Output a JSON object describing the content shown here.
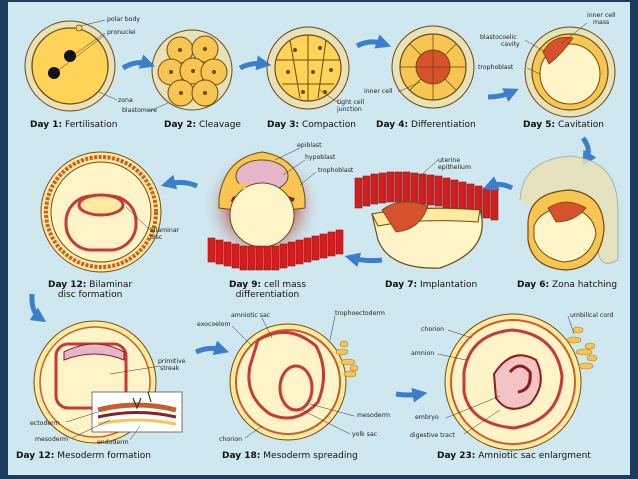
{
  "colors": {
    "panel": "#cfe8ef",
    "cell_fill": "#ffeaa0",
    "cell_outline": "#6e4a10",
    "blastomere": "#f6c552",
    "inner_mass": "#d6512c",
    "epithelium": "#d51d1d",
    "zona": "#e9e1b7",
    "arrow": "#3b7fcb",
    "epiblast": "#e7b5c9"
  },
  "stages": [
    {
      "day": "Day 1:",
      "name": "Fertilisation"
    },
    {
      "day": "Day 2:",
      "name": "Cleavage"
    },
    {
      "day": "Day 3:",
      "name": "Compaction"
    },
    {
      "day": "Day 4:",
      "name": "Differentiation"
    },
    {
      "day": "Day 5:",
      "name": "Cavitation"
    },
    {
      "day": "Day 6:",
      "name": "Zona hatching"
    },
    {
      "day": "Day 7:",
      "name": "Implantation"
    },
    {
      "day": "Day 9:",
      "name": "cell mass",
      "name2": "differentiation"
    },
    {
      "day": "Day 12:",
      "name": "Bilaminar",
      "name2": "disc formation"
    },
    {
      "day": "Day 12:",
      "name": "Mesoderm formation"
    },
    {
      "day": "Day 18:",
      "name": "Mesoderm spreading"
    },
    {
      "day": "Day 23:",
      "name": "Amniotic sac enlargment"
    }
  ],
  "labels": {
    "polar_body": "polar body",
    "pronuclei": "pronuclei",
    "zona": "zona",
    "blastomere": "blastomere",
    "inner_cell": "inner cell",
    "tight_cell": "tight cell",
    "junction": "junction",
    "blastocoelic": "blastocoelic",
    "cavity": "cavity",
    "trophoblast": "trophoblast",
    "inner_cell_mass_1": "inner cell",
    "inner_cell_mass_2": "mass",
    "epiblast": "epiblast",
    "hypoblast": "hypoblast",
    "trophoblast_9": "trophoblast",
    "uterine": "uterine",
    "epithelium": "epithelium",
    "bilaminar": "bilaminar",
    "disc": "disc",
    "amniotic_sac": "amniotic sac",
    "exocoelom": "exocoelom",
    "trophoectoderm": "trophoectoderm",
    "umbilical_cord": "umbilical cord",
    "chorion_23": "chorion",
    "amnion": "amnion",
    "primitive": "primitive",
    "streak": "streak",
    "ectoderm": "ectoderm",
    "mesoderm_12": "mesoderm",
    "endoderm": "endoderm",
    "mesoderm_18": "mesoderm",
    "yolk_sac": "yolk sac",
    "chorion_18": "chorion",
    "embryo": "embryo",
    "digestive_tract": "digestive tract"
  }
}
